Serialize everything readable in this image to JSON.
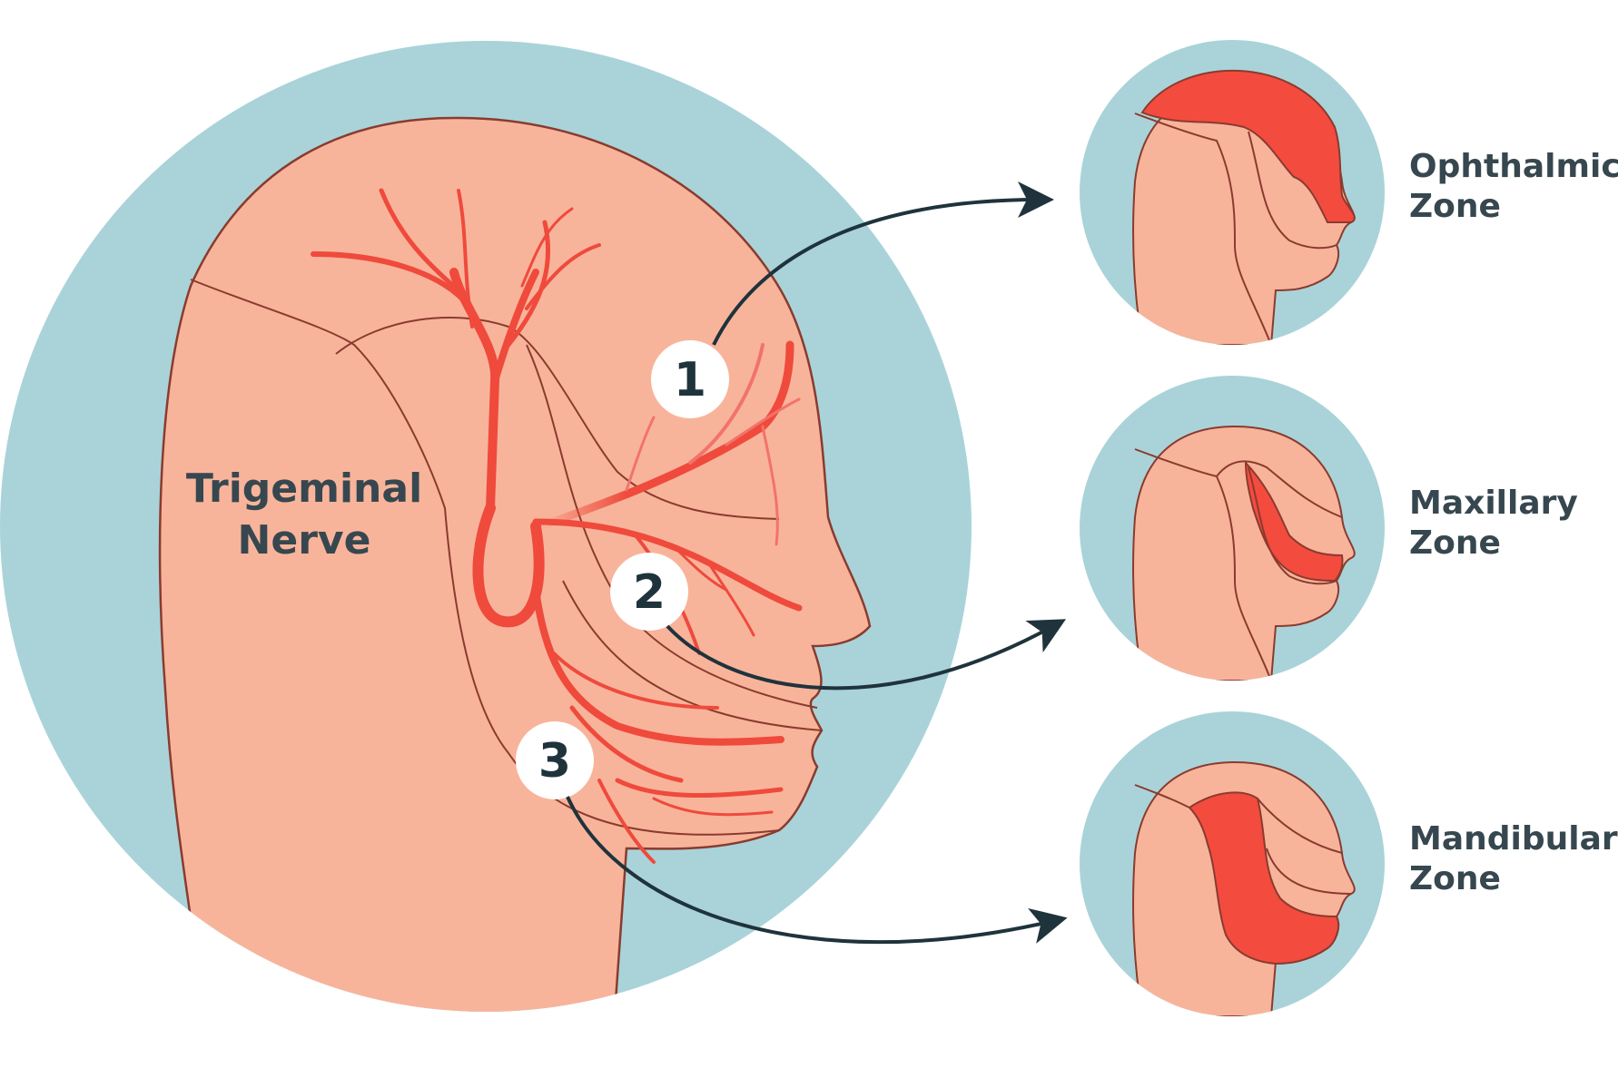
{
  "main_label": {
    "line1": "Trigeminal",
    "line2": "Nerve"
  },
  "markers": [
    {
      "number": "1"
    },
    {
      "number": "2"
    },
    {
      "number": "3"
    }
  ],
  "zones": [
    {
      "line1": "Ophthalmic",
      "line2": "Zone"
    },
    {
      "line1": "Maxillary",
      "line2": "Zone"
    },
    {
      "line1": "Mandibular",
      "line2": "Zone"
    }
  ],
  "colors": {
    "background_circle": "#a9d3d9",
    "skin": "#f8b49b",
    "outline": "#8a3b2e",
    "nerve": "#ef4a3c",
    "zone_highlight": "#f44b3f",
    "arrow": "#1f333c",
    "text": "#37474f"
  },
  "icons": [
    "head-profile-icon",
    "nerve-branch-icon",
    "arrow-icon"
  ]
}
